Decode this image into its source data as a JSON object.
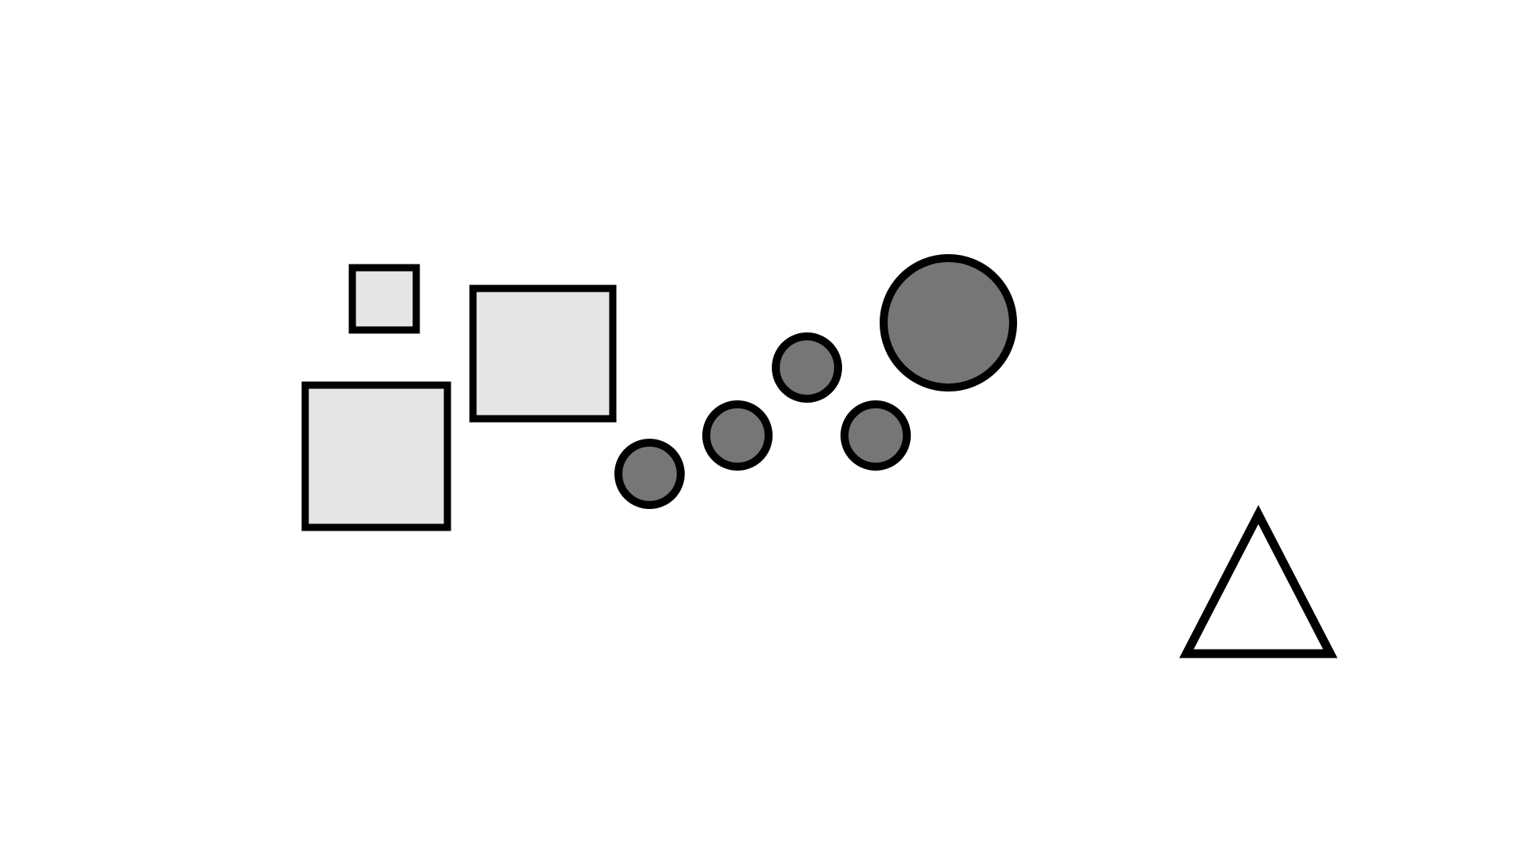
{
  "colors": {
    "background": "#ffffff",
    "outline": "#000000",
    "square_fill": "#e6e6e6",
    "circle_fill": "#767676",
    "triangle_fill": "#ffffff"
  },
  "shapes": {
    "squares": [
      {
        "name": "square-small",
        "shape": "square",
        "size": "small"
      },
      {
        "name": "square-large-lower-left",
        "shape": "square",
        "size": "large"
      },
      {
        "name": "square-large-upper",
        "shape": "square",
        "size": "large"
      }
    ],
    "circles": [
      {
        "name": "circle-small-1",
        "shape": "circle",
        "size": "small"
      },
      {
        "name": "circle-small-2",
        "shape": "circle",
        "size": "small"
      },
      {
        "name": "circle-small-3",
        "shape": "circle",
        "size": "small"
      },
      {
        "name": "circle-small-4",
        "shape": "circle",
        "size": "small"
      },
      {
        "name": "circle-large",
        "shape": "circle",
        "size": "large"
      }
    ],
    "triangles": [
      {
        "name": "triangle-outline",
        "shape": "triangle",
        "size": "large"
      }
    ]
  }
}
